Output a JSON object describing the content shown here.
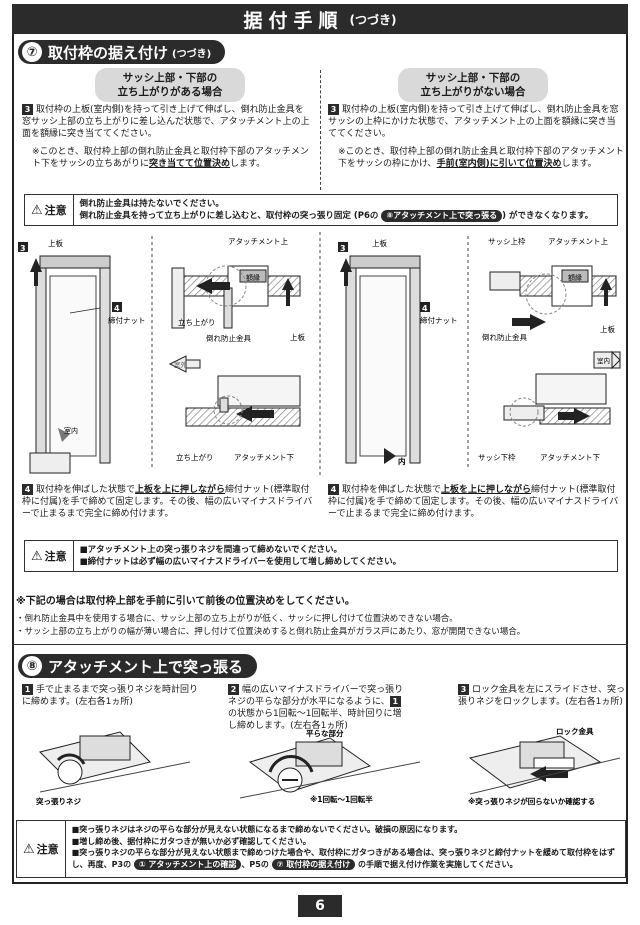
{
  "header": {
    "title": "据付手順",
    "title_sub": "(つづき)"
  },
  "section7": {
    "num": "⑦",
    "title": "取付枠の据え付け",
    "sub": "(つづき)",
    "left": {
      "pill_line1": "サッシ上部・下部の",
      "pill_line2": "立ち上がりがある場合",
      "step_no": "3",
      "step_text": "取付枠の上板(室内側)を持って引き上げて伸ばし、倒れ防止金具を窓サッシ上部の立ち上がりに差し込んだ状態で、アタッチメント上の上面を額縁に突き当ててください。",
      "note_pre": "※このとき、取付枠上部の倒れ防止金具と取付枠下部のアタッチメント下をサッシの立ちあがりに",
      "note_em": "突き当てて位置決め",
      "note_post": "します。"
    },
    "right": {
      "pill_line1": "サッシ上部・下部の",
      "pill_line2": "立ち上がりがない場合",
      "step_no": "3",
      "step_text": "取付枠の上板(室内側)を持って引き上げて伸ばし、倒れ防止金具を窓サッシの上枠にかけた状態で、アタッチメント上の上面を額縁に突き当ててください。",
      "note_pre": "※このとき、取付枠上部の倒れ防止金具と取付枠下部のアタッチメント下をサッシの枠にかけ、",
      "note_em": "手前(室内側)に引いて位置決め",
      "note_post": "します。"
    },
    "caution1": {
      "label": "注意",
      "line1": "倒れ防止金具は持たないでください。",
      "line2_pre": "倒れ防止金具を持って立ち上がりに差し込むと、取付枠の突っ張り固定 (P6の ",
      "line2_chip": "⑧アタッチメント上で突っ張る",
      "line2_post": ") ができなくなります。"
    },
    "diagram_left": {
      "lbl_3": "3",
      "lbl_uwaita": "上板",
      "lbl_4": "4",
      "lbl_nut": "締付ナット",
      "lbl_att_up": "アタッチメント上",
      "lbl_gakubuchi": "額縁",
      "lbl_tachiagari": "立ち上がり",
      "lbl_uwaita2": "上板",
      "lbl_taore": "倒れ防止金具",
      "lbl_shitsugai": "室外",
      "lbl_tachiagari2": "立ち上がり",
      "lbl_att_down": "アタッチメント下",
      "lbl_shitsunai": "室内"
    },
    "diagram_right": {
      "lbl_3": "3",
      "lbl_uwaita": "上板",
      "lbl_4": "4",
      "lbl_nut": "締付ナット",
      "lbl_sash_up": "サッシ上枠",
      "lbl_att_up": "アタッチメント上",
      "lbl_gakubuchi": "額縁",
      "lbl_uwaita2": "上板",
      "lbl_taore": "倒れ防止金具",
      "lbl_shitsunai": "室内",
      "lbl_sash_down": "サッシ下枠",
      "lbl_att_down": "アタッチメント下",
      "lbl_nai": "内"
    },
    "step4_left": {
      "no": "4",
      "pre": "取付枠を伸ばした状態で",
      "em": "上板を上に押しながら",
      "post": "締付ナット(標準取付枠に付属)を手で締めて固定します。その後、幅の広いマイナスドライバーで止まるまで完全に締め付けます。"
    },
    "step4_right": {
      "no": "4",
      "pre": "取付枠を伸ばした状態で",
      "em": "上板を上に押しながら",
      "post": "締付ナット(標準取付枠に付属)を手で締めて固定します。その後、幅の広いマイナスドライバーで止まるまで完全に締め付けます。"
    },
    "caution2": {
      "label": "注意",
      "line1": "■アタッチメント上の突っ張りネジを間違って締めないでください。",
      "line2": "■締付ナットは必ず幅の広いマイナスドライバーを使用して増し締めしてください。"
    },
    "note_head": "※下記の場合は取付枠上部を手前に引いて前後の位置決めをしてください。",
    "note_b1": "・倒れ防止金具中を使用する場合に、サッシ上部の立ち上がりが低く、サッシに押し付けて位置決めできない場合。",
    "note_b2": "・サッシ上部の立ち上がりの幅が薄い場合に、押し付けて位置決めすると倒れ防止金具がガラス戸にあたり、窓が開閉できない場合。"
  },
  "section8": {
    "num": "⑧",
    "title": "アタッチメント上で突っ張る",
    "s1": {
      "no": "1",
      "text": "手で止まるまで突っ張りネジを時計回りに締めます。(左右各1ヵ所)",
      "fig": "突っ張りネジ"
    },
    "s2": {
      "no": "2",
      "text_pre": "幅の広いマイナスドライバーで突っ張りネジの平らな部分が水平になるように、",
      "ref": "1",
      "text_post": "の状態から1回転〜1回転半、時計回りに増し締めします。(左右各1ヵ所)",
      "fig_top": "平らな部分",
      "fig_bottom": "※1回転〜1回転半"
    },
    "s3": {
      "no": "3",
      "text": "ロック金具を左にスライドさせ、突っ張りネジをロックします。(左右各1ヵ所)",
      "fig_top": "ロック金具",
      "fig_bottom": "※突っ張りネジが回らないか確認する"
    },
    "caution3": {
      "label": "注意",
      "line1": "■突っ張りネジはネジの平らな部分が見えない状態になるまで締めないでください。破損の原因になります。",
      "line2": "■増し締め後、据付枠にガタつきが無いか必ず確認してください。",
      "line3_pre": "■突っ張りネジの平らな部分が見えない状態まで締めつけた場合や、取付枠にガタつきがある場合は、突っ張りネジと締付ナットを緩めて取付枠をはずし、再度、P3の ",
      "chip1": "① アタッチメント上の確認",
      "line3_mid": "、P5の ",
      "chip2": "⑦ 取付枠の据え付け",
      "line3_post": " の手順で据え付け作業を実施してください。"
    }
  },
  "page_number": "6"
}
